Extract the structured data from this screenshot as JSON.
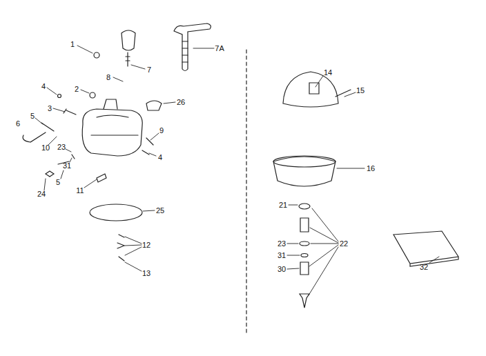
{
  "diagram": {
    "labels": [
      "1",
      "7A",
      "7",
      "8",
      "4",
      "2",
      "26",
      "3",
      "5",
      "6",
      "9",
      "10",
      "23",
      "4",
      "31",
      "5",
      "24",
      "11",
      "25",
      "12",
      "13",
      "14",
      "15",
      "16",
      "21",
      "23",
      "22",
      "31",
      "30",
      "32"
    ]
  }
}
